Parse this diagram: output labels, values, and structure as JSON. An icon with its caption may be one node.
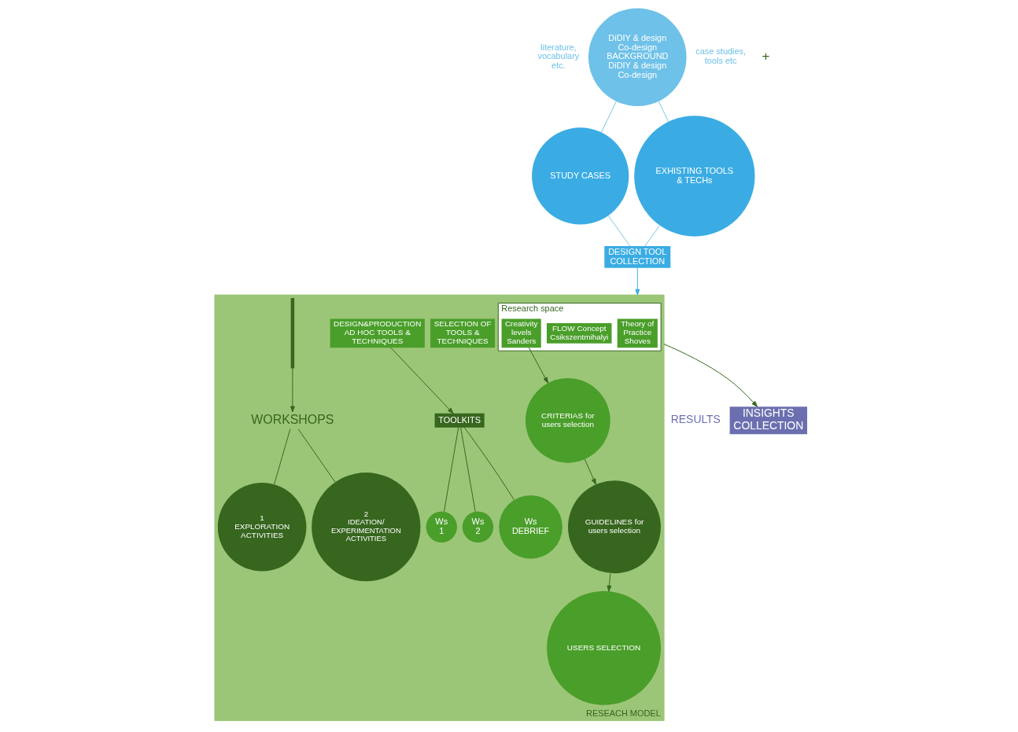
{
  "diagram": {
    "nodes": [
      {
        "text": [
          "DiDIY & design Co-design",
          "BACKGROUND",
          "DiDIY & design Co-design"
        ],
        "beside": [
          "literature, vocabulary etc.",
          "case studies, tools etc"
        ]
      },
      {
        "text": [
          "STUDY CASES"
        ]
      },
      {
        "text": [
          "EXHISTING TOOLS & TECHs"
        ]
      },
      {
        "text": [
          "DESIGN TOOL COLLECTION"
        ]
      },
      {
        "text": [
          "RESEACH MODEL"
        ]
      },
      {
        "text": [
          "Research space"
        ],
        "in": 4
      },
      {
        "text": [
          "Theory of Practice",
          "Shoves"
        ],
        "in": 5
      },
      {
        "text": [
          "FLOW Concept",
          "Csikszentmihalyi"
        ],
        "in": 5
      },
      {
        "text": [
          "Creativity levels",
          "Sanders"
        ],
        "in": 5
      },
      {
        "text": [
          "SELECTION OF TOOLS & TECHNIQUES"
        ],
        "in": 4
      },
      {
        "text": [
          "DESIGN&PRODUCTION AD HOC TOOLS & TECHNIQUES"
        ],
        "in": 4
      },
      {
        "text": [
          "TOOLKITS"
        ],
        "in": 4
      },
      {
        "text": [
          "Ws",
          "1"
        ],
        "in": 4
      },
      {
        "text": [
          "Ws",
          "2"
        ],
        "in": 4
      },
      {
        "text": [
          "Ws",
          "DEBRIEF"
        ],
        "in": 4
      },
      {
        "text": [
          "CRITERIAS for users selection"
        ],
        "in": 4
      },
      {
        "text": [
          "GUIDELINES for users selection"
        ],
        "in": 4
      },
      {
        "text": [
          "USERS SELECTION"
        ],
        "in": 4
      },
      {
        "text": [
          "WORKSHOPS"
        ],
        "in": 4
      },
      {
        "text": [
          "1",
          "EXPLORATION",
          "ACTIVITIES"
        ],
        "in": 4
      },
      {
        "text": [
          "2",
          "IDEATION/",
          "EXPERIMENTATION ACTIVITIES"
        ],
        "in": 4
      },
      {
        "text": [
          "INSIGHTS COLLECTION"
        ],
        "beside": [
          "RESULTS"
        ]
      },
      {
        "text": [],
        "shape": "bar",
        "in": 4
      }
    ],
    "edges": [
      {
        "from": 0,
        "to": 1,
        "arrow": "none",
        "color": "#7cc3e6"
      },
      {
        "from": 0,
        "to": 2,
        "arrow": "none",
        "color": "#7cc3e6"
      },
      {
        "from": 1,
        "to": 3,
        "arrow": "none",
        "color": "#7cc3e6"
      },
      {
        "from": 2,
        "to": 3,
        "arrow": "none",
        "color": "#7cc3e6"
      },
      {
        "from": 3,
        "to": 4,
        "arrow": "to",
        "color": "#3aace3"
      },
      {
        "from": 8,
        "to": 15,
        "arrow": "to"
      },
      {
        "from": 15,
        "to": 16,
        "arrow": "to"
      },
      {
        "from": 16,
        "to": 17,
        "arrow": "to"
      },
      {
        "from": 10,
        "to": 11,
        "arrow": "to"
      },
      {
        "from": 11,
        "to": 12,
        "arrow": "none"
      },
      {
        "from": 11,
        "to": 13,
        "arrow": "none"
      },
      {
        "from": 11,
        "to": 14,
        "arrow": "none"
      },
      {
        "from": 22,
        "to": 18,
        "arrow": "to"
      },
      {
        "from": 18,
        "to": 19,
        "arrow": "none"
      },
      {
        "from": 18,
        "to": 20,
        "arrow": "none"
      },
      {
        "from": 4,
        "to": 21,
        "arrow": "to"
      }
    ],
    "labels": [
      "+"
    ]
  }
}
